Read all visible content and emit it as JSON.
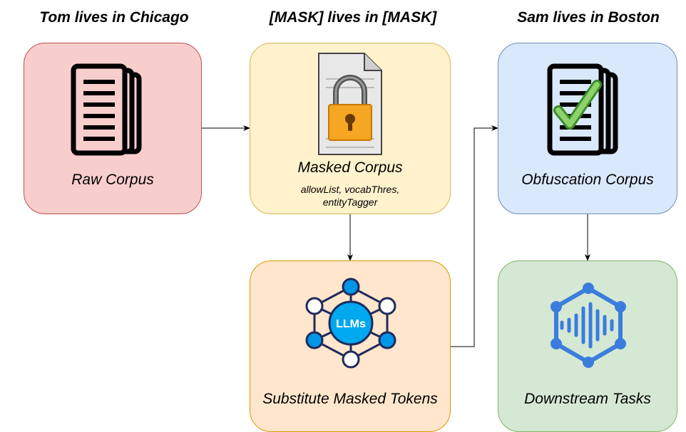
{
  "headings": {
    "left": "Tom lives in Chicago",
    "middle": "[MASK] lives in [MASK]",
    "right": "Sam lives in Boston"
  },
  "nodes": {
    "raw_corpus": {
      "label": "Raw Corpus",
      "icon": "document-stack-icon",
      "fill": "#f8cecc",
      "stroke": "#b85450"
    },
    "masked_corpus": {
      "label": "Masked Corpus",
      "params_line1": "allowList, vocabThres,",
      "params_line2": "entityTagger",
      "icon": "locked-document-icon",
      "fill": "#fff2cc",
      "stroke": "#d6b656"
    },
    "substitute": {
      "label": "Substitute Masked Tokens",
      "icon": "llm-network-icon",
      "icon_text": "LLMs",
      "fill": "#ffe6cc",
      "stroke": "#d79b00"
    },
    "obfuscation_corpus": {
      "label": "Obfuscation Corpus",
      "icon": "checked-document-icon",
      "fill": "#dae8fc",
      "stroke": "#6c8ebf"
    },
    "downstream": {
      "label": "Downstream Tasks",
      "icon": "audio-network-icon",
      "fill": "#d5e8d4",
      "stroke": "#82b366"
    }
  },
  "edges": [
    {
      "from": "raw_corpus",
      "to": "masked_corpus"
    },
    {
      "from": "masked_corpus",
      "to": "substitute"
    },
    {
      "from": "substitute",
      "to": "obfuscation_corpus"
    },
    {
      "from": "obfuscation_corpus",
      "to": "downstream"
    }
  ]
}
